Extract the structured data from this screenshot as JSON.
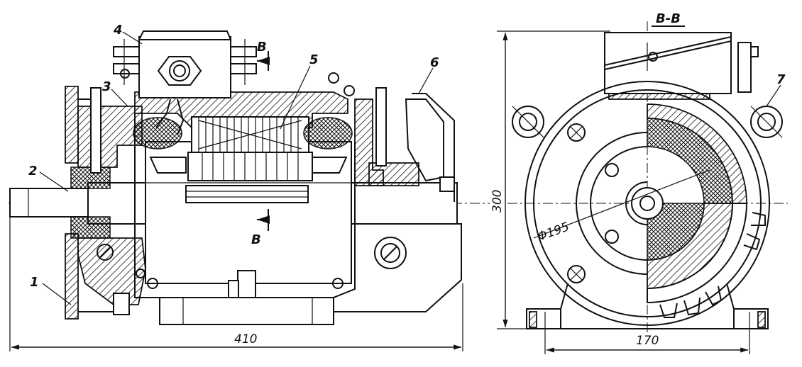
{
  "labels": {
    "part_1": "1",
    "part_2": "2",
    "part_3": "3",
    "part_4": "4",
    "part_5": "5",
    "part_6": "6",
    "part_7": "7",
    "section_mark_top": "B",
    "section_mark_bottom": "B",
    "section_title": "B-B"
  },
  "dimensions": {
    "overall_length": "410",
    "height": "300",
    "foot_spacing": "170",
    "diameter": "Φ195"
  }
}
